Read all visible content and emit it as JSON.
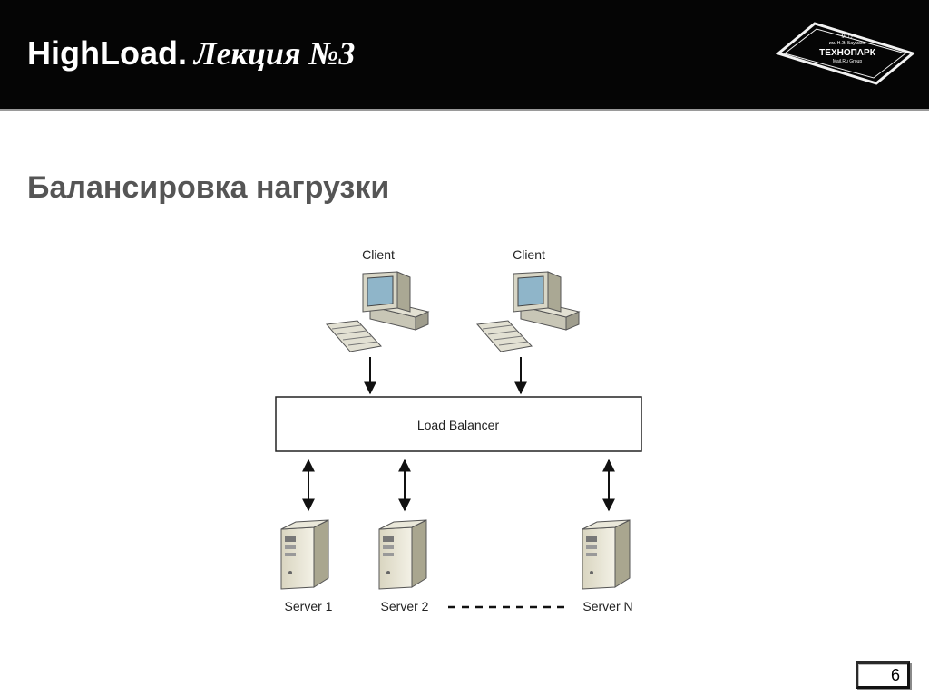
{
  "header": {
    "title_main": "HighLoad.",
    "title_lecture": "Лекция №3",
    "logo": {
      "line1": "МГТУ",
      "line2": "им. Н.Э. Баумана",
      "brand": "ТЕХНОПАРК",
      "line3": "Mail.Ru Group"
    }
  },
  "slide": {
    "heading": "Балансировка нагрузки",
    "page_number": "6"
  },
  "diagram": {
    "client_1_label": "Client",
    "client_2_label": "Client",
    "balancer_label": "Load Balancer",
    "server_1_label": "Server 1",
    "server_2_label": "Server 2",
    "server_n_label": "Server N"
  },
  "colors": {
    "header_bg": "#050505",
    "heading_text": "#555555",
    "monitor_screen": "#8fb5c9"
  }
}
